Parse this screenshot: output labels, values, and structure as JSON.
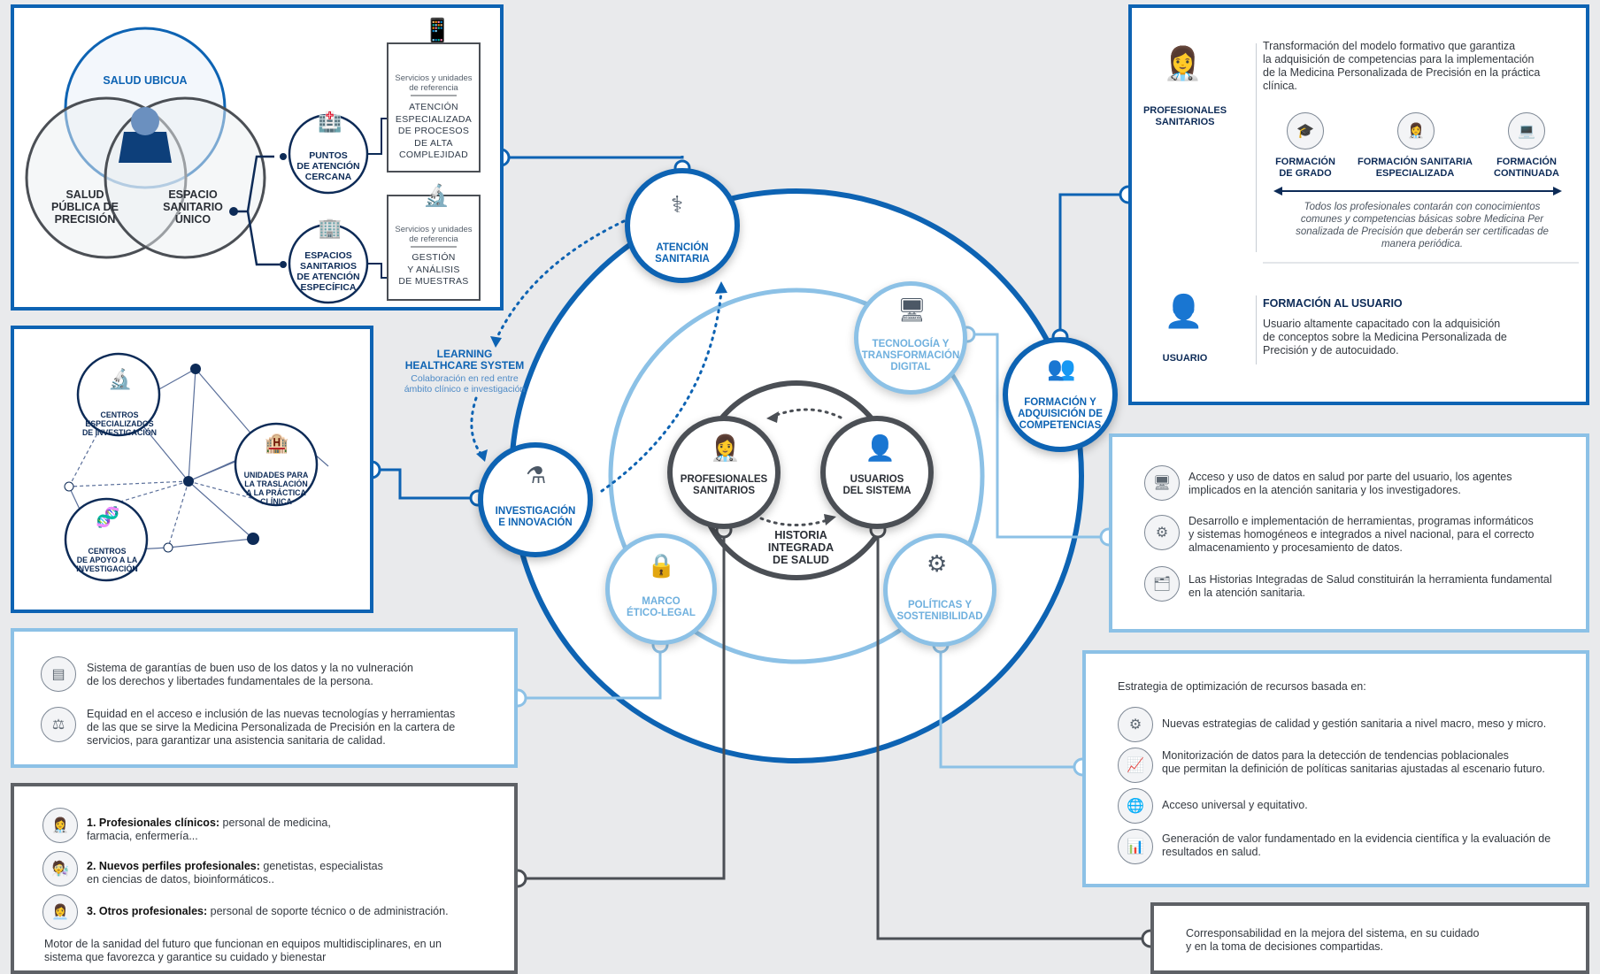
{
  "colors": {
    "dark_blue": "#0d63b3",
    "light_blue": "#8cc1e6",
    "gray": "#5e6166",
    "navy": "#0d2b57"
  },
  "top_left": {
    "salud_ubicua": "SALUD UBICUA",
    "salud_publica": "SALUD\nPÚBLICA DE\nPRECISIÓN",
    "espacio_sanitario": "ESPACIO\nSANITARIO\nÚNICO",
    "puntos": "PUNTOS\nDE ATENCIÓN\nCERCANA",
    "espacios": "ESPACIOS\nSANITARIOS\nDE ATENCIÓN\nESPECÍFICA",
    "box1_caption": "Servicios y unidades\nde referencia",
    "box1_text": "ATENCIÓN\nESPECIALIZADA\nDE PROCESOS\nDE ALTA\nCOMPLEJIDAD",
    "box2_caption": "Servicios y unidades\nde referencia",
    "box2_text": "GESTIÓN\nY ANÁLISIS\nDE MUESTRAS"
  },
  "research": {
    "centros_especializados": "CENTROS\nESPECIALIZADOS\nDE INVESTIGACIÓN",
    "unidades": "UNIDADES PARA\nLA TRASLACIÓN\nA LA PRÁCTICA\nCLÍNICA",
    "centros_apoyo": "CENTROS\nDE APOYO A LA\nINVESTIGACIÓN"
  },
  "center": {
    "atencion": "ATENCIÓN\nSANITARIA",
    "investigacion": "INVESTIGACIÓN\nE INNOVACIÓN",
    "tecnologia": "TECNOLOGÍA Y\nTRANSFORMACIÓN\nDIGITAL",
    "formacion": "FORMACIÓN Y\nADQUISICIÓN DE\nCOMPETENCIAS",
    "marco": "MARCO\nÉTICO-LEGAL",
    "politicas": "POLÍTICAS Y\nSOSTENIBILIDAD",
    "profesionales": "PROFESIONALES\nSANITARIOS",
    "usuarios": "USUARIOS\nDEL SISTEMA",
    "historia": "HISTORIA\nINTEGRADA\nDE SALUD",
    "learning_title": "LEARNING\nHEALTHCARE SYSTEM",
    "learning_sub": "Colaboración en red entre\námbito clínico e investigación"
  },
  "formacion_panel": {
    "prof_label": "PROFESIONALES\nSANITARIOS",
    "intro": "Transformación del modelo formativo que garantiza\nla adquisición de competencias para la implementación\nde la Medicina Personalizada de Precisión en la práctica\nclínica.",
    "grado": "FORMACIÓN\nDE GRADO",
    "especializada": "FORMACIÓN SANITARIA\nESPECIALIZADA",
    "continuada": "FORMACIÓN\nCONTINUADA",
    "note": "Todos los profesionales contarán con conocimientos\ncomunes y competencias básicas sobre Medicina Per\nsonalizada de Precisión que deberán ser certificadas de\nmanera periódica.",
    "usuario_label": "USUARIO",
    "usuario_title": "FORMACIÓN AL USUARIO",
    "usuario_text": "Usuario altamente capacitado con la adquisición\nde conceptos sobre la Medicina Personalizada de\nPrecisión y de autocuidado."
  },
  "tech_panel": {
    "item1": "Acceso y uso de datos en salud por parte del usuario, los agentes\nimplicados en la atención sanitaria y los investigadores.",
    "item2": "Desarrollo e implementación de herramientas, programas informáticos\ny sistemas homogéneos e integrados a nivel nacional, para el correcto\nalmacenamiento y procesamiento de datos.",
    "item3": "Las Historias Integradas de Salud constituirán la herramienta fundamental\nen la atención sanitaria."
  },
  "politicas_panel": {
    "intro": "Estrategia de optimización de recursos basada en:",
    "item1": "Nuevas estrategias de calidad y gestión sanitaria a nivel macro, meso y micro.",
    "item2": "Monitorización de datos para la detección de tendencias poblacionales\nque permitan la definición de políticas sanitarias ajustadas al escenario futuro.",
    "item3": "Acceso universal y equitativo.",
    "item4": "Generación de valor fundamentado en la evidencia científica y la evaluación de\nresultados en salud."
  },
  "usuarios_panel": {
    "text": "Corresponsabilidad en la mejora del sistema, en su cuidado\ny en la toma de decisiones compartidas."
  },
  "marco_panel": {
    "item1": "Sistema de garantías de buen uso de los datos y la no vulneración\nde los derechos y libertades fundamentales de la persona.",
    "item2": "Equidad en el acceso e inclusión de las nuevas tecnologías y herramientas\nde las que se sirve la Medicina Personalizada de Precisión en la cartera de\nservicios, para garantizar una asistencia sanitaria de calidad."
  },
  "prof_panel": {
    "p1_bold": "1. Profesionales clínicos:",
    "p1_text": " personal de medicina,\nfarmacia, enfermería...",
    "p2_bold": "2. Nuevos perfiles profesionales:",
    "p2_text": " genetistas, especialistas\nen ciencias de datos, bioinformáticos..",
    "p3_bold": "3. Otros profesionales:",
    "p3_text": " personal de soporte técnico o de administración.",
    "motor": "Motor de la sanidad del futuro que funcionan en equipos multidisciplinares, en un\nsistema que favorezca y garantice su cuidado y bienestar"
  }
}
